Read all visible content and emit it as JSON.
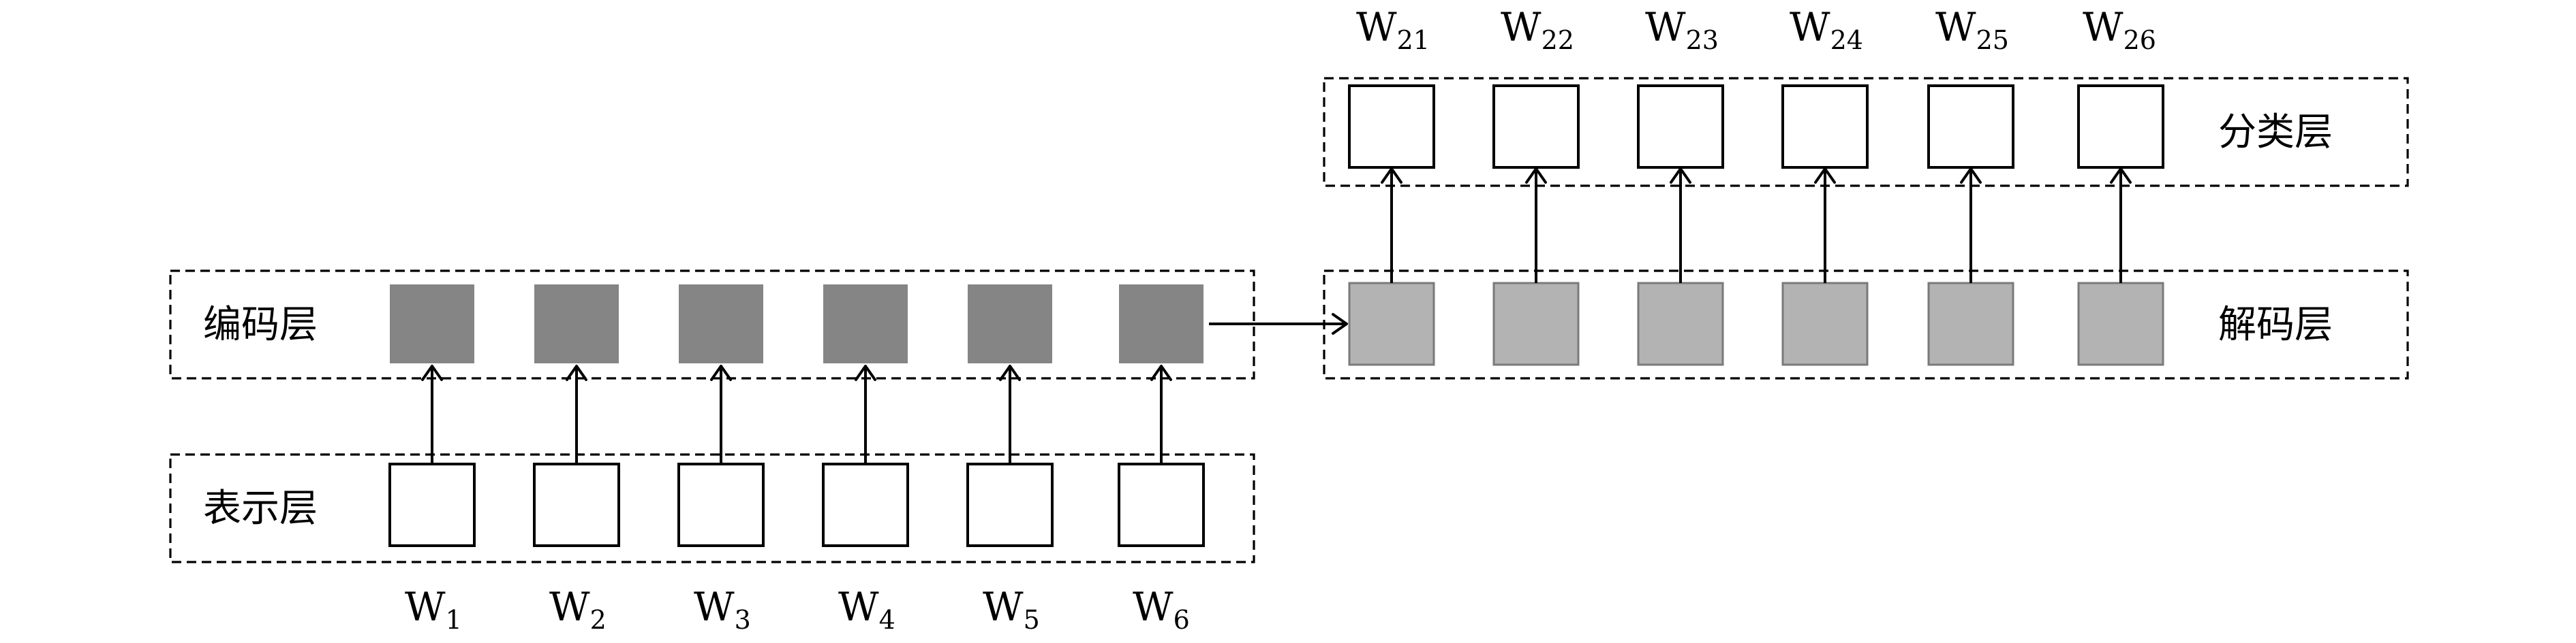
{
  "layers": {
    "representation": "表示层",
    "encoding": "编码层",
    "decoding": "解码层",
    "classification": "分类层"
  },
  "input_words": [
    {
      "base": "W",
      "sub": "1"
    },
    {
      "base": "W",
      "sub": "2"
    },
    {
      "base": "W",
      "sub": "3"
    },
    {
      "base": "W",
      "sub": "4"
    },
    {
      "base": "W",
      "sub": "5"
    },
    {
      "base": "W",
      "sub": "6"
    }
  ],
  "output_words": [
    {
      "base": "W",
      "sub": "21"
    },
    {
      "base": "W",
      "sub": "22"
    },
    {
      "base": "W",
      "sub": "23"
    },
    {
      "base": "W",
      "sub": "24"
    },
    {
      "base": "W",
      "sub": "25"
    },
    {
      "base": "W",
      "sub": "26"
    }
  ],
  "colors": {
    "encoder_cell": "#858585",
    "decoder_cell": "#b3b3b3",
    "plain_cell": "#ffffff"
  }
}
